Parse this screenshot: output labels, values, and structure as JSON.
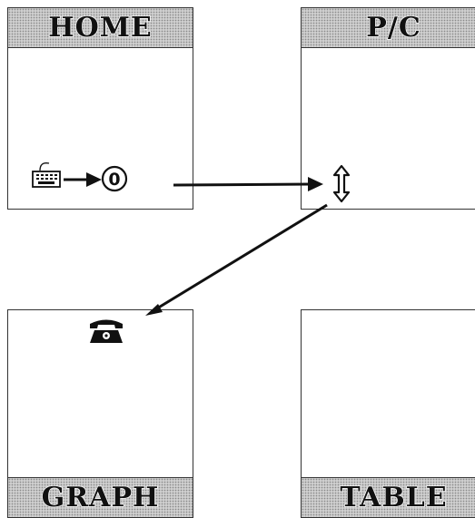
{
  "panels": {
    "home": {
      "label": "HOME"
    },
    "pc": {
      "label": "P/C"
    },
    "graph": {
      "label": "GRAPH"
    },
    "table": {
      "label": "TABLE"
    }
  },
  "icons": {
    "keyboard": "keyboard-icon",
    "zero_key": "0",
    "updown": "up-down-arrow-icon",
    "phone": "telephone-icon"
  }
}
